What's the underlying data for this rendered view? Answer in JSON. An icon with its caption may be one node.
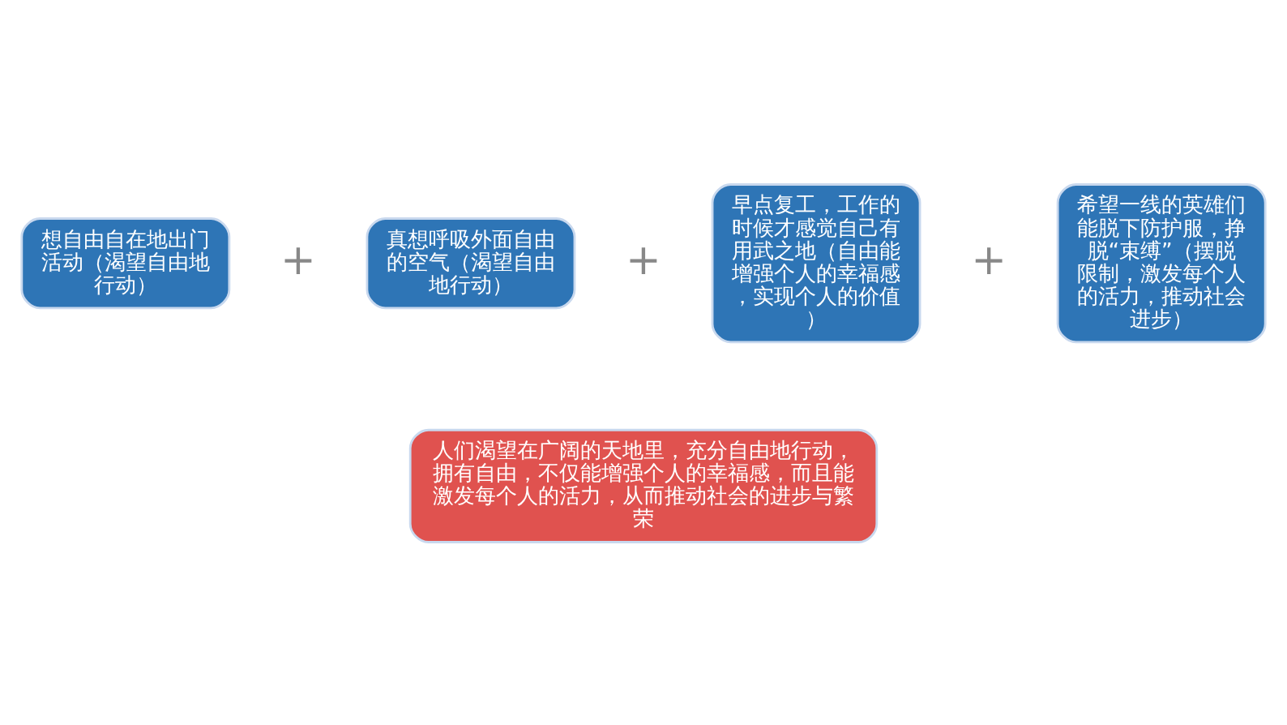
{
  "diagram": {
    "nodes": [
      {
        "text": [
          "想自由自在地出门活动（渴望自由地行动）"
        ]
      },
      {
        "text": [
          "真想呼吸外面自由的空气（渴望自由地行动）"
        ]
      },
      {
        "text": [
          "早点复工，工作的时候才感觉自己有用武之地（自由能增强个人的幸福感，实现个人的价值）"
        ]
      },
      {
        "text": [
          "希望一线的英雄们能脱下防护服，挣脱“束缚”（摆脱限制，激发每个人的活力，推动社会进步）"
        ]
      },
      {
        "text": [
          "人们渴望在广阔的天地里，充分自由地行动，拥有自由，不仅能增强个人的幸福感，而且能激发每个人的活力，从而推动社会的进步与繁荣"
        ]
      }
    ],
    "labels": [
      "+",
      "+",
      "+"
    ]
  }
}
